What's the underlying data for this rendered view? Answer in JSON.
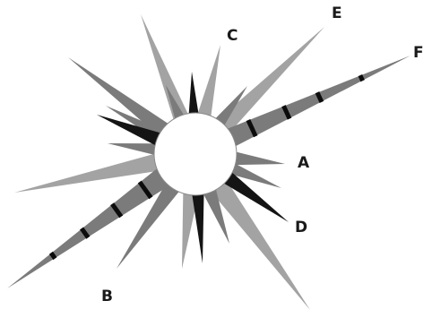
{
  "labels": {
    "a": "A",
    "b": "B",
    "c": "C",
    "d": "D",
    "e": "E",
    "f": "F"
  },
  "colors": {
    "background": "#ffffff",
    "light_spike": "#a3a3a3",
    "medium_spike": "#7b7b7b",
    "dark_spike": "#141414",
    "band": "#0c0c0c",
    "disc_fill": "#ffffff",
    "disc_edge": "#8a8a8a"
  }
}
